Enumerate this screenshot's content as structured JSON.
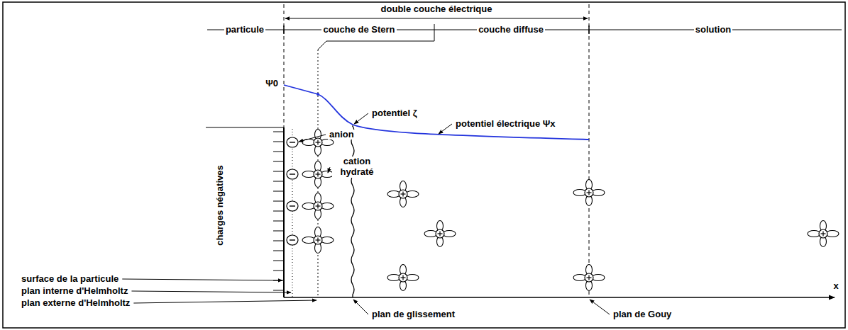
{
  "diagram": {
    "labels": [
      "double couche électrique",
      "particule",
      "couche de Stern",
      "couche diffuse",
      "solution",
      "Ψ0",
      "potentiel ζ",
      "potentiel électrique Ψx",
      "anion",
      "cation hydraté",
      "charges négatives",
      "surface de la particule",
      "plan interne d'Helmholtz",
      "plan externe d'Helmholtz",
      "plan de glissement",
      "plan de Gouy",
      "x"
    ]
  }
}
